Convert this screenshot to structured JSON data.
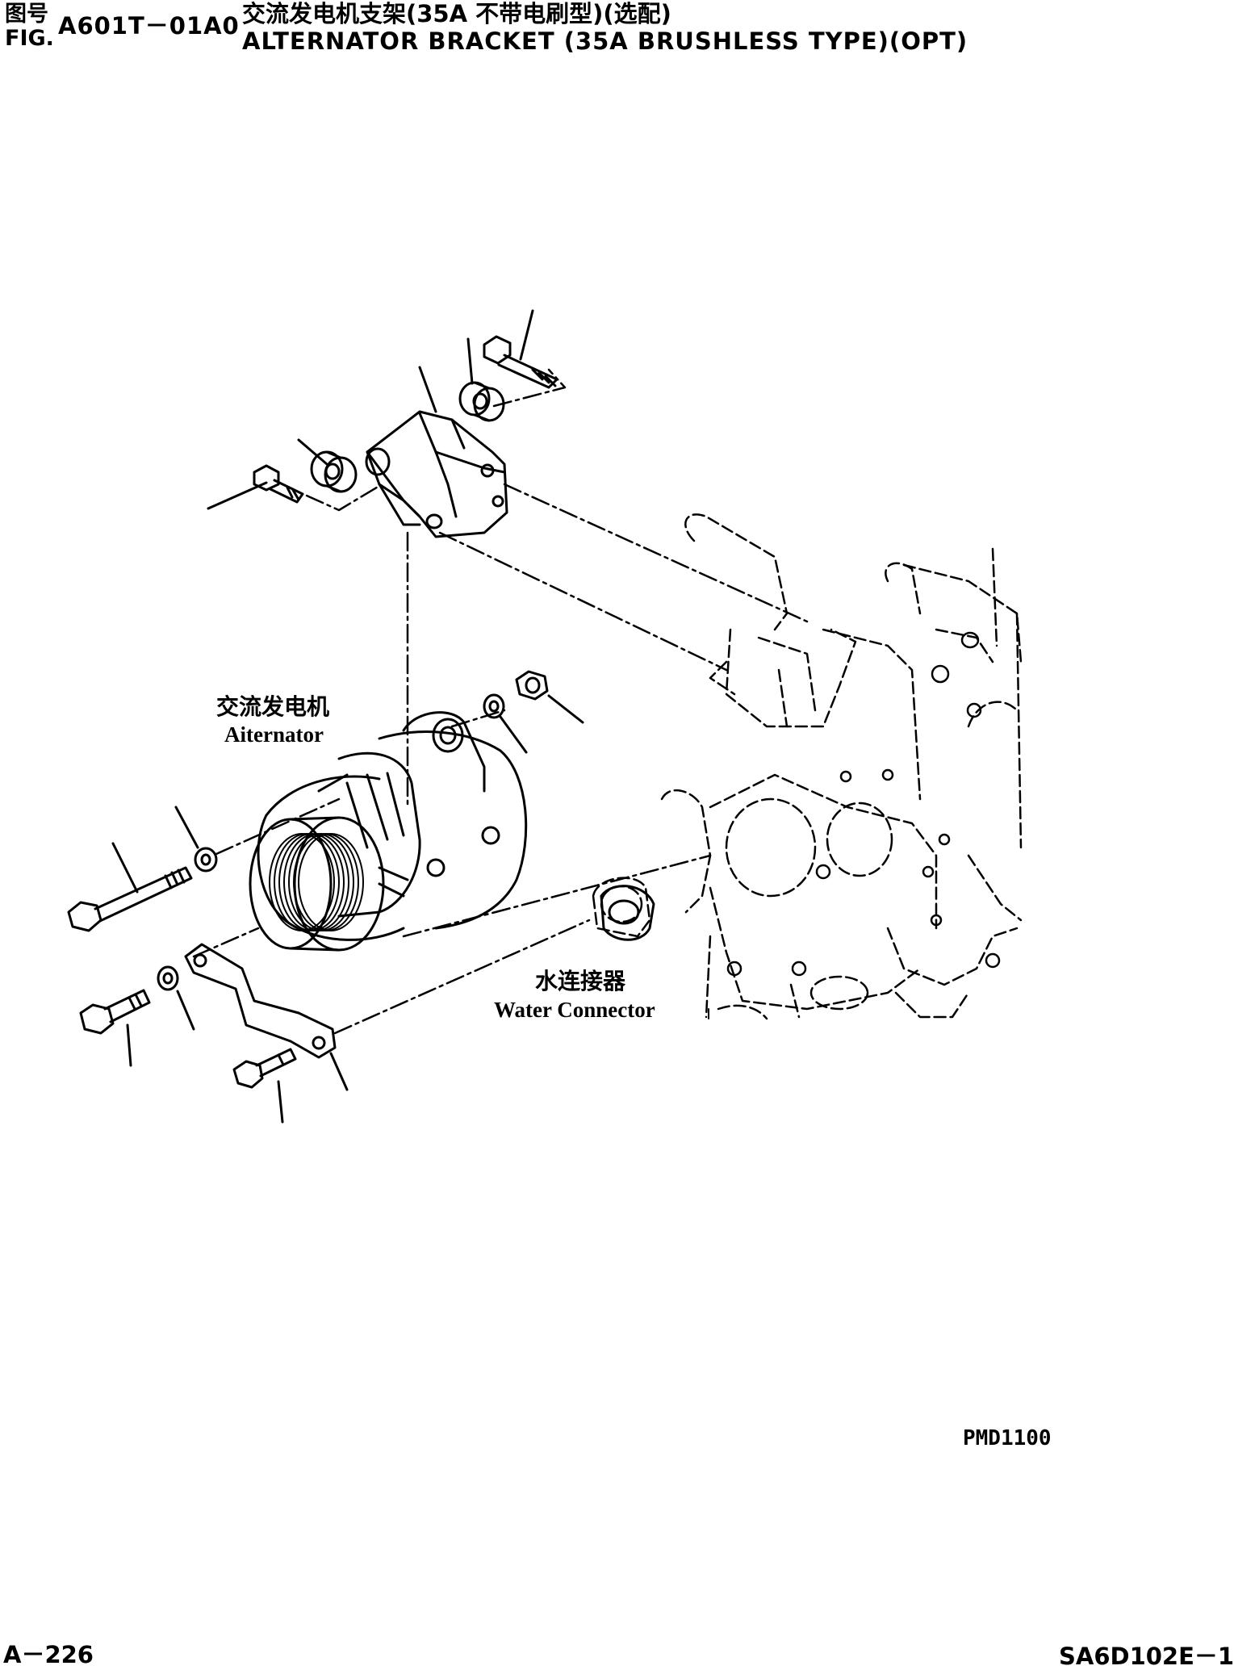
{
  "header": {
    "fig_label_cn": "图号",
    "fig_label_en": "FIG.",
    "fig_number": "A601T－01A0",
    "title_cn": "交流发电机支架(35A 不带电刷型)(选配)",
    "title_en": "ALTERNATOR BRACKET (35A BRUSHLESS TYPE)(OPT)"
  },
  "callouts": {
    "alternator_cn": "交流发电机",
    "alternator_en": "Aiternator",
    "water_connector_cn": "水连接器",
    "water_connector_en": "Water Connector"
  },
  "drawing_code": "PMD1100",
  "footer": {
    "page_number": "A－226",
    "model_code": "SA6D102E－1"
  }
}
